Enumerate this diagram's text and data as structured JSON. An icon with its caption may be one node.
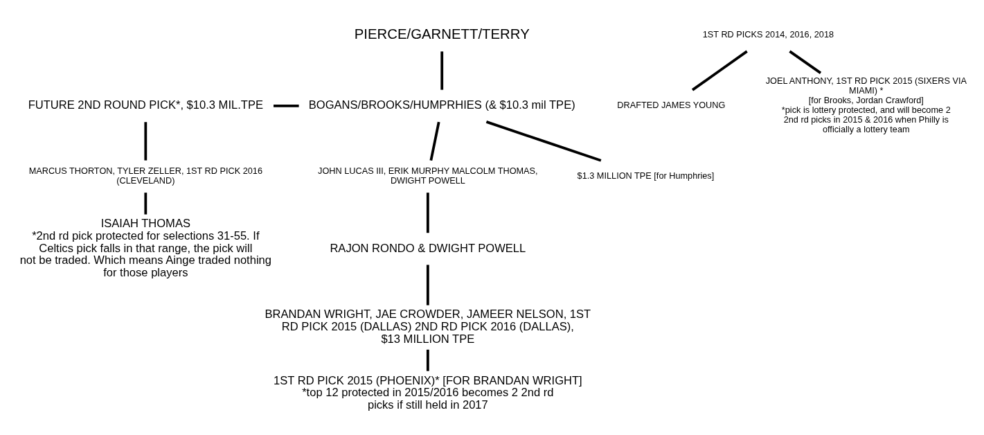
{
  "diagram": {
    "nodes": [
      {
        "text": [
          "PIERCE/GARNETT/TERRY"
        ]
      },
      {
        "text": [
          "BOGANS/BROOKS/HUMPRHIES (& $10.3 mil TPE)"
        ]
      },
      {
        "text": [
          "FUTURE 2ND ROUND PICK*, $10.3 MIL.TPE"
        ]
      },
      {
        "text": [
          "1ST RD PICKS 2014, 2016, 2018"
        ]
      },
      {
        "text": [
          "DRAFTED JAMES YOUNG"
        ]
      },
      {
        "text": [
          "JOEL ANTHONY, 1ST RD PICK 2015 (SIXERS VIA MIAMI) *",
          "[for Brooks, Jordan Crawford]",
          "*pick is lottery protected, and will become 2 2nd rd picks in 2015 & 2016 when Philly is officially a lottery team"
        ]
      },
      {
        "text": [
          "MARCUS THORTON, TYLER ZELLER, 1ST RD PICK 2016 (CLEVELAND)"
        ]
      },
      {
        "text": [
          "ISAIAH THOMAS",
          "*2nd rd pick protected for selections 31-55. If Celtics pick falls in that range, the pick will not be traded. Which means Ainge traded nothing for those players"
        ]
      },
      {
        "text": [
          "$1.3 MILLION TPE [for Humphries]"
        ]
      },
      {
        "text": [
          "JOHN LUCAS III, ERIK MURPHY MALCOLM THOMAS, DWIGHT POWELL"
        ]
      },
      {
        "text": [
          "RAJON RONDO & DWIGHT POWELL"
        ]
      },
      {
        "text": [
          "BRANDAN WRIGHT, JAE CROWDER, JAMEER NELSON, 1ST RD PICK 2015 (DALLAS) 2ND RD PICK 2016 (DALLAS), $13 MILLION TPE"
        ]
      },
      {
        "text": [
          "1ST RD PICK 2015 (PHOENIX)* [FOR BRANDAN WRIGHT]",
          "*top 12 protected in 2015/2016 becomes 2 2nd rd picks if still held in 2017"
        ]
      }
    ],
    "edges": [
      {
        "from": 0,
        "to": 1,
        "arrow": "none"
      },
      {
        "from": 2,
        "to": 1,
        "arrow": "none"
      },
      {
        "from": 3,
        "to": 4,
        "arrow": "none"
      },
      {
        "from": 3,
        "to": 5,
        "arrow": "none"
      },
      {
        "from": 2,
        "to": 6,
        "arrow": "none"
      },
      {
        "from": 6,
        "to": 7,
        "arrow": "none"
      },
      {
        "from": 1,
        "to": 8,
        "arrow": "none"
      },
      {
        "from": 1,
        "to": 9,
        "arrow": "none"
      },
      {
        "from": 9,
        "to": 10,
        "arrow": "none"
      },
      {
        "from": 10,
        "to": 11,
        "arrow": "none"
      },
      {
        "from": 11,
        "to": 12,
        "arrow": "none"
      }
    ]
  }
}
